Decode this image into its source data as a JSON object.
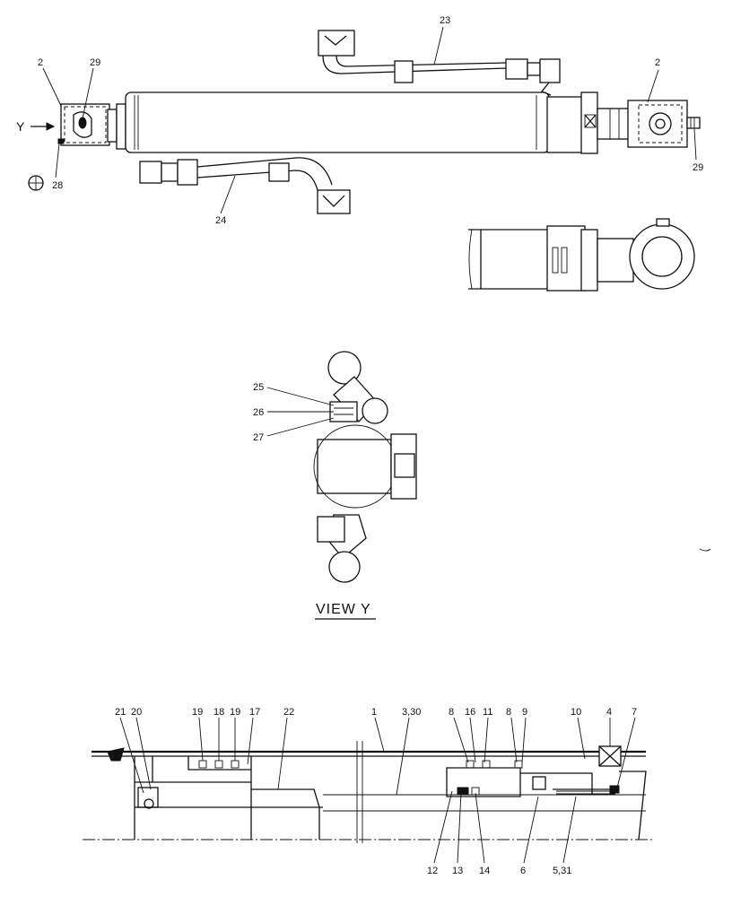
{
  "top_view": {
    "callouts": {
      "c2_left": "2",
      "c29_left": "29",
      "c28": "28",
      "c23": "23",
      "c2_right": "2",
      "c29_right": "29",
      "c24": "24"
    },
    "y_arrow_label": "Y"
  },
  "view_y": {
    "title": "VIEW Y",
    "callouts": {
      "c25": "25",
      "c26": "26",
      "c27": "27"
    }
  },
  "section": {
    "callouts_top": {
      "c21": "21",
      "c20": "20",
      "c19a": "19",
      "c18": "18",
      "c19b": "19",
      "c17": "17",
      "c22": "22",
      "c1": "1",
      "c3_30": "3,30",
      "c8a": "8",
      "c16": "16",
      "c11": "11",
      "c8b": "8",
      "c9": "9",
      "c10": "10",
      "c4": "4",
      "c7": "7"
    },
    "callouts_bottom": {
      "c12": "12",
      "c13": "13",
      "c14": "14",
      "c6": "6",
      "c5_31": "5,31"
    }
  }
}
